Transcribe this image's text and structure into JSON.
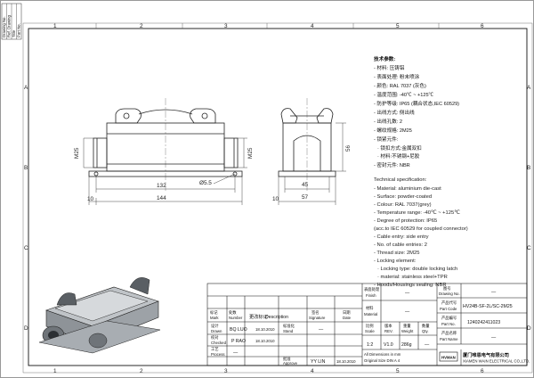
{
  "frame": {
    "top_cols": [
      "1",
      "2",
      "3",
      "4",
      "5",
      "6"
    ],
    "bottom_cols": [
      "1",
      "2",
      "3",
      "4",
      "5",
      "6"
    ],
    "side_rows": [
      "A",
      "B",
      "C",
      "D"
    ],
    "margin_table": [
      "Drawing No.",
      "Ref. Drawing",
      "Title",
      "Part No."
    ]
  },
  "dimensions": {
    "m25_left": "M25",
    "m25_mid": "M25",
    "hole": "Ø5.5",
    "d132": "132",
    "d144": "144",
    "d10": "10",
    "d45": "45",
    "d57": "57",
    "d56": "56"
  },
  "spec_cn": {
    "title": "技术参数:",
    "lines": [
      "- 材料: 压铸铝",
      "- 表面处理: 粉末喷涂",
      "- 颜色: RAL 7037 (灰色)",
      "- 温度范围: -40℃ ~ +125℃",
      "- 防护等级: IP65 (耦合状态,IEC 60529)",
      "- 出线方式: 侧出线",
      "- 出线孔数: 2",
      "- 螺纹规格: 2M25",
      "- 锁紧元件:",
      "   · 锁扣方式:金属双扣",
      "   · 材料:不锈钢+尼胶",
      "- 密封元件: NBR"
    ]
  },
  "spec_en": {
    "title": "Technical specification:",
    "lines": [
      "- Material: aluminium die-cast",
      "- Surface: powder-coated",
      "- Colour: RAL 7037(grey)",
      "- Temperature range: -40℃ ~ +125℃",
      "- Degree of protection: IP65",
      "  (acc.to IEC 60529 for coupled connector)",
      "- Cable entry: side entry",
      "- No. of cable entries: 2",
      "- Thread size: 2M25",
      "- Locking element:",
      "   · Locking type: double locking latch",
      "   · material: stainless steel+TPR",
      "- Hoods/Housings sealing: NBR"
    ]
  },
  "title_block": {
    "hdr_mark_cn": "标记",
    "hdr_mark_en": "Mark",
    "hdr_num_cn": "处数",
    "hdr_num_en": "Number",
    "hdr_desc_cn": "更改标记",
    "hdr_desc_en": "Description",
    "hdr_sign_cn": "签名",
    "hdr_sign_en": "Signature",
    "hdr_date_cn": "日期",
    "hdr_date_en": "Date",
    "drawn_cn": "设计",
    "drawn_en": "Drawn",
    "drawn_name": "BQ LUO",
    "drawn_date": "18.10.2010",
    "std_cn": "标准化",
    "std_en": "Stand",
    "std_val": "—",
    "checked_cn": "校对",
    "checked_en": "Checked",
    "checked_name": "P RAO",
    "checked_date": "18.10.2010",
    "process_cn": "工艺",
    "process_en": "Process",
    "process_name": "—",
    "approve_cn": "批准",
    "approve_en": "Approve",
    "approve_name": "YY LIN",
    "approve_date": "18.10.2010",
    "finish_cn": "表面处理",
    "finish_en": "Finish",
    "finish_val": "—",
    "material_cn": "材料",
    "material_en": "Material",
    "material_val": "—",
    "scale_cn": "比例",
    "scale_en": "Scale",
    "scale_val": "1:2",
    "rev_cn": "版本",
    "rev_en": "REV.",
    "rev_val": "V1.0",
    "weight_cn": "重量",
    "weight_en": "Weight",
    "weight_val": "286g",
    "qty_cn": "数量",
    "qty_en": "Qty.",
    "qty_val": "—",
    "drawing_no_cn": "图号",
    "drawing_no_en": "Drawing No.",
    "drawing_no_val": "—",
    "part_code_cn": "产品代号",
    "part_code_en": "Part Code",
    "part_code_val": "HV24B-SF-2L/SC-2M25",
    "part_no_cn": "产品编号",
    "part_no_en": "Part No.",
    "part_no_val": "1240242411023",
    "part_name_cn": "产品名称",
    "part_name_en": "Part Name",
    "part_name_val": "—",
    "note1": "All Dimensions in mm",
    "note2": "Original Size DIN A 4",
    "company_logo": "HVMAN",
    "company_cn": "厦门唯恩电气有限公司",
    "company_en": "XIAMEN WAIN ELECTRICAL CO.,LTD."
  }
}
